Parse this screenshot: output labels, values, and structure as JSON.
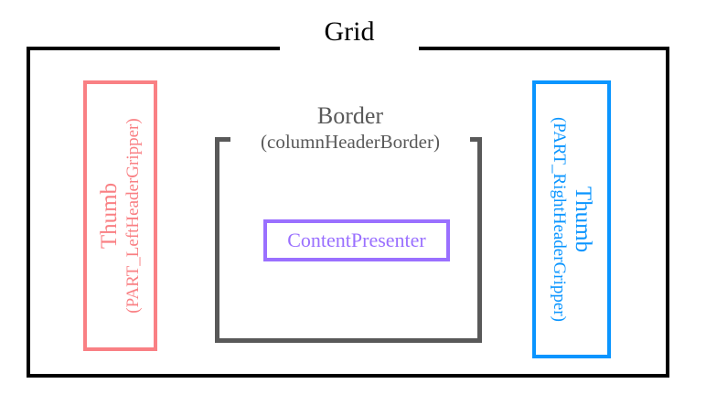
{
  "diagram": {
    "title": "Grid",
    "colors": {
      "grid_border": "#000000",
      "left_thumb": "#f98084",
      "right_thumb": "#0a95ff",
      "column_header_border": "#595959",
      "content_presenter": "#9a70ff",
      "background": "#ffffff"
    },
    "nodes": {
      "grid": {
        "label": "Grid",
        "type": "Grid"
      },
      "left_thumb": {
        "type": "Thumb",
        "part": "(PART_LeftHeaderGripper)"
      },
      "right_thumb": {
        "type": "Thumb",
        "part": "(PART_RightHeaderGripper)"
      },
      "column_header_border": {
        "type": "Border",
        "part": "(columnHeaderBorder)"
      },
      "content_presenter": {
        "type": "ContentPresenter"
      }
    }
  }
}
